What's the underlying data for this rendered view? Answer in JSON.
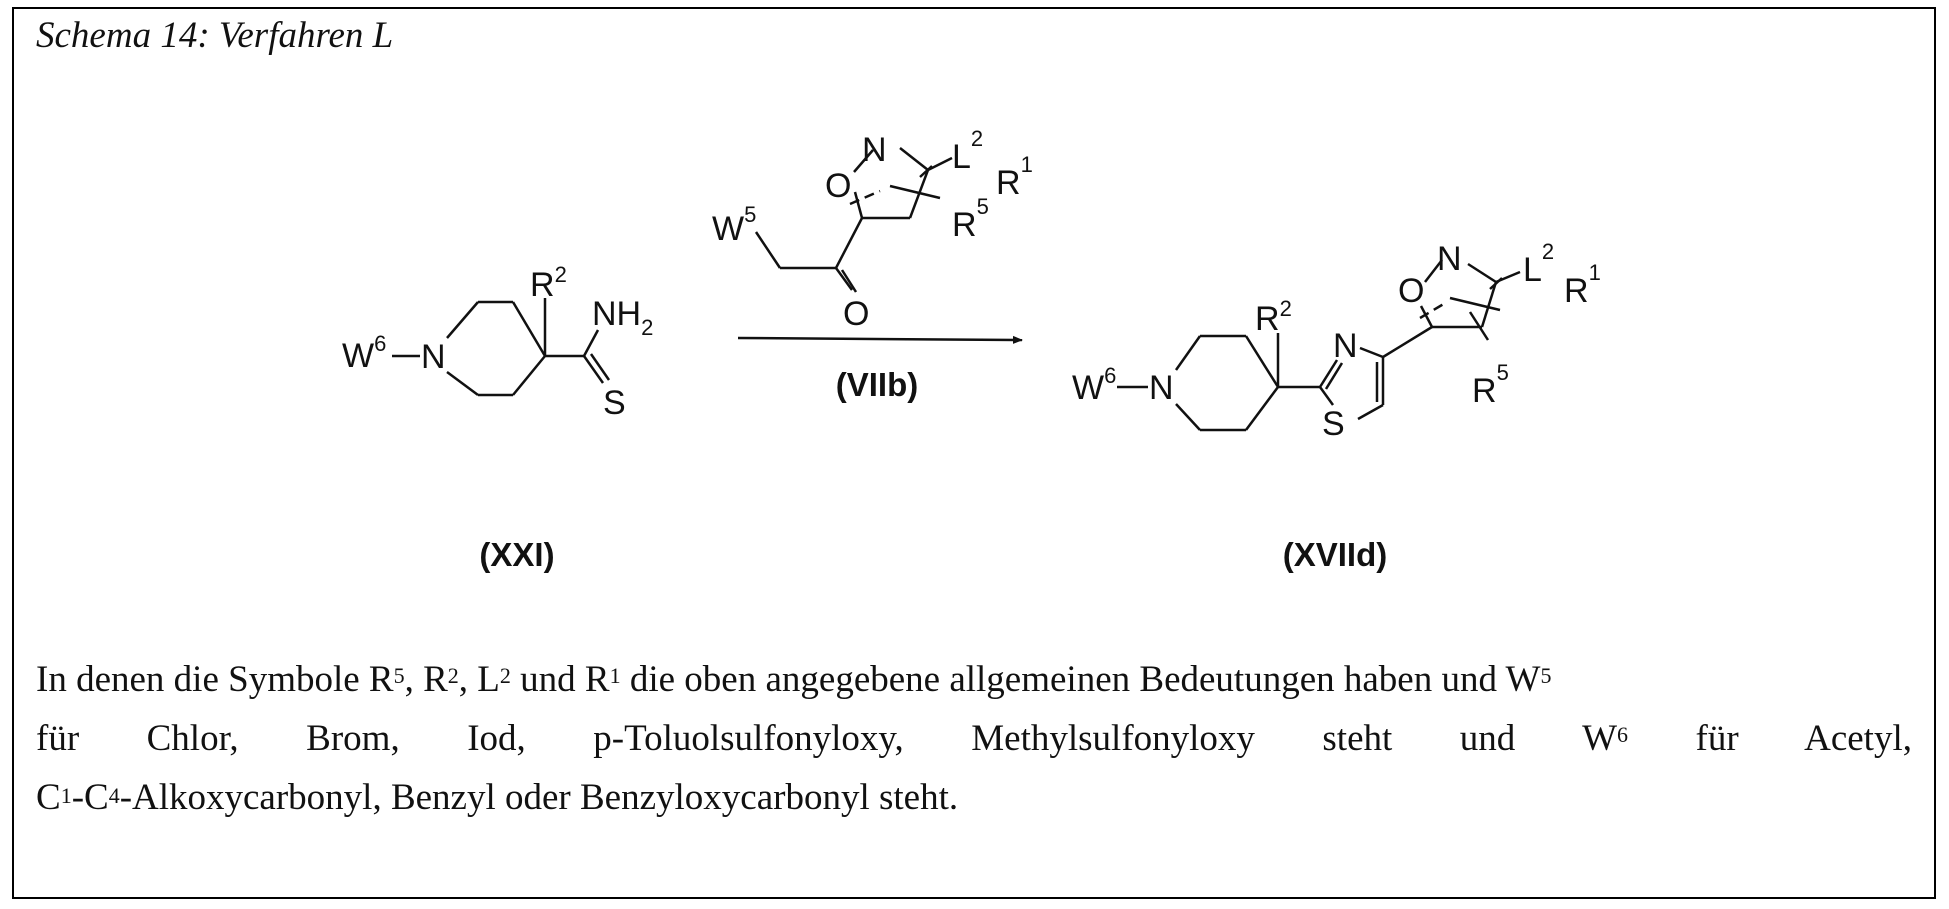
{
  "title": "Schema 14: Verfahren L",
  "scheme": {
    "start_compound": {
      "label": "(XXI)",
      "atoms": {
        "W": "W",
        "W_sup": "6",
        "N": "N",
        "R": "R",
        "R_sup": "2",
        "NH": "NH",
        "NH_sub": "2",
        "S": "S"
      }
    },
    "reagent": {
      "label": "(VIIb)",
      "atoms": {
        "W": "W",
        "W_sup": "5",
        "O_ring": "O",
        "N": "N",
        "L": "L",
        "L_sup": "2",
        "R1": "R",
        "R1_sup": "1",
        "R5": "R",
        "R5_sup": "5",
        "O_keto": "O"
      }
    },
    "product": {
      "label": "(XVIId)",
      "atoms": {
        "W": "W",
        "W_sup": "6",
        "N_pip": "N",
        "R2": "R",
        "R2_sup": "2",
        "N_thz": "N",
        "S": "S",
        "O_ring": "O",
        "N_isox": "N",
        "L": "L",
        "L_sup": "2",
        "R1": "R",
        "R1_sup": "1",
        "R5": "R",
        "R5_sup": "5"
      }
    }
  },
  "caption": {
    "line1": {
      "p1": "In denen die Symbole R",
      "s1": "5",
      "p2": ", R",
      "s2": "2",
      "p3": ", L",
      "s3": "2",
      "p4": " und R",
      "s4": "1",
      "p5": " die oben angegebene allgemeinen Bedeutungen haben und W",
      "s5": "5"
    },
    "line2": {
      "p1": "für Chlor, Brom, Iod, p-Toluolsulfonyloxy, Methylsulfonyloxy steht und W",
      "s1": "6",
      "p2": " für Acetyl,"
    },
    "line3": {
      "p1": "C",
      "b1": "1",
      "p2": "-C",
      "b2": "4",
      "p3": "-Alkoxycarbonyl, Benzyl oder Benzyloxycarbonyl steht."
    }
  }
}
